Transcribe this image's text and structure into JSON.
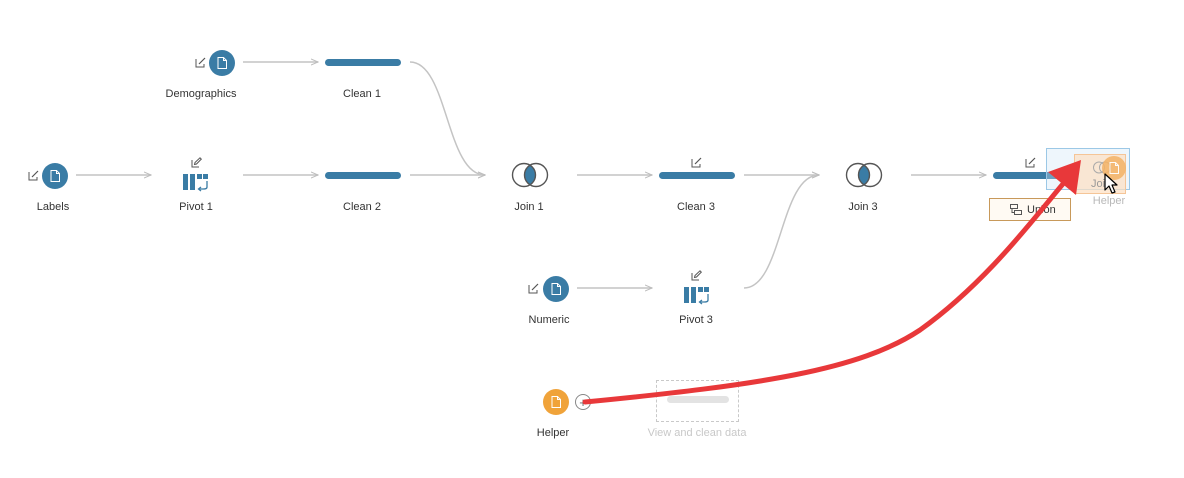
{
  "flow": {
    "nodes": {
      "demographics": {
        "label": "Demographics",
        "icon": "file-icon",
        "badge": "edit-step-icon"
      },
      "clean1": {
        "label": "Clean 1"
      },
      "labels": {
        "label": "Labels",
        "icon": "file-icon",
        "badge": "edit-step-icon"
      },
      "pivot1": {
        "label": "Pivot 1",
        "icon": "pivot-icon",
        "badge": "pencil-icon"
      },
      "clean2": {
        "label": "Clean 2"
      },
      "join1": {
        "label": "Join 1",
        "icon": "join-icon"
      },
      "clean3": {
        "label": "Clean 3",
        "badge": "edit-step-icon"
      },
      "numeric": {
        "label": "Numeric",
        "icon": "file-icon",
        "badge": "edit-step-icon"
      },
      "pivot3": {
        "label": "Pivot 3",
        "icon": "pivot-icon",
        "badge": "pencil-icon"
      },
      "join3": {
        "label": "Join 3",
        "icon": "join-icon"
      },
      "clean_last": {
        "label": "",
        "badge": "edit-step-icon"
      },
      "helper": {
        "label": "Helper",
        "icon": "file-icon"
      }
    },
    "placeholder": {
      "label": "View and clean data"
    },
    "drop_zone": {
      "join_label": "Join",
      "union_label": "Union",
      "drag_label": "Helper"
    }
  },
  "colors": {
    "accent_blue": "#3a7ca5",
    "input_orange": "#f0a33a",
    "connector_gray": "#c4c4c4",
    "annotation_red": "#e8383a",
    "drop_highlight": "#9cc8e6"
  }
}
